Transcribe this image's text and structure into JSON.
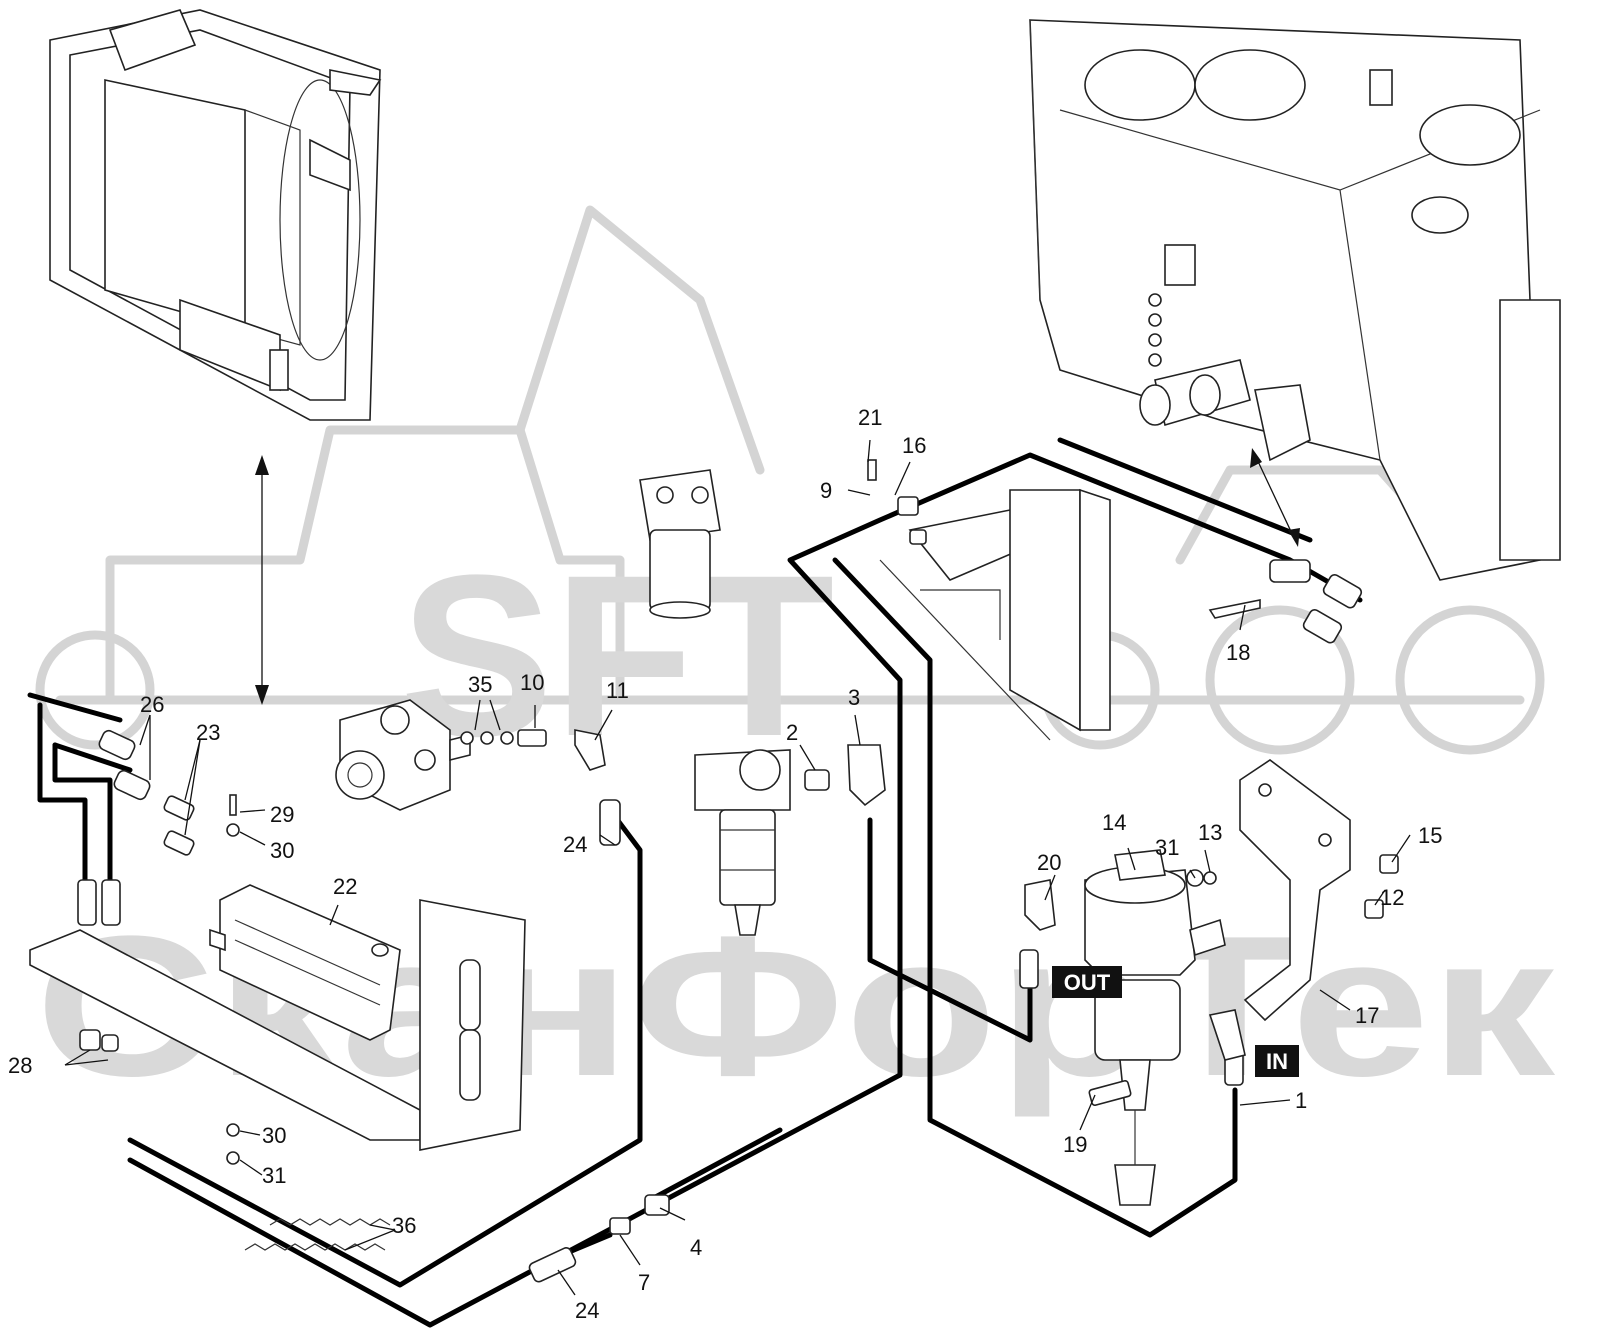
{
  "watermark": {
    "brand": "SFT",
    "text": "СканФорТек"
  },
  "tags": [
    {
      "id": "out",
      "label": "OUT"
    },
    {
      "id": "in",
      "label": "IN"
    }
  ],
  "callouts": [
    {
      "id": "c21",
      "label": "21"
    },
    {
      "id": "c16",
      "label": "16"
    },
    {
      "id": "c9",
      "label": "9"
    },
    {
      "id": "c18",
      "label": "18"
    },
    {
      "id": "c35",
      "label": "35"
    },
    {
      "id": "c10",
      "label": "10"
    },
    {
      "id": "c11",
      "label": "11"
    },
    {
      "id": "c3",
      "label": "3"
    },
    {
      "id": "c2",
      "label": "2"
    },
    {
      "id": "c26",
      "label": "26"
    },
    {
      "id": "c23",
      "label": "23"
    },
    {
      "id": "c29",
      "label": "29"
    },
    {
      "id": "c30a",
      "label": "30"
    },
    {
      "id": "c24a",
      "label": "24"
    },
    {
      "id": "c22",
      "label": "22"
    },
    {
      "id": "c14",
      "label": "14"
    },
    {
      "id": "c13",
      "label": "13"
    },
    {
      "id": "c31a",
      "label": "31"
    },
    {
      "id": "c20",
      "label": "20"
    },
    {
      "id": "c15",
      "label": "15"
    },
    {
      "id": "c12",
      "label": "12"
    },
    {
      "id": "c17",
      "label": "17"
    },
    {
      "id": "c1",
      "label": "1"
    },
    {
      "id": "c19",
      "label": "19"
    },
    {
      "id": "c28",
      "label": "28"
    },
    {
      "id": "c30b",
      "label": "30"
    },
    {
      "id": "c31b",
      "label": "31"
    },
    {
      "id": "c36",
      "label": "36"
    },
    {
      "id": "c4",
      "label": "4"
    },
    {
      "id": "c7",
      "label": "7"
    },
    {
      "id": "c24b",
      "label": "24"
    }
  ]
}
